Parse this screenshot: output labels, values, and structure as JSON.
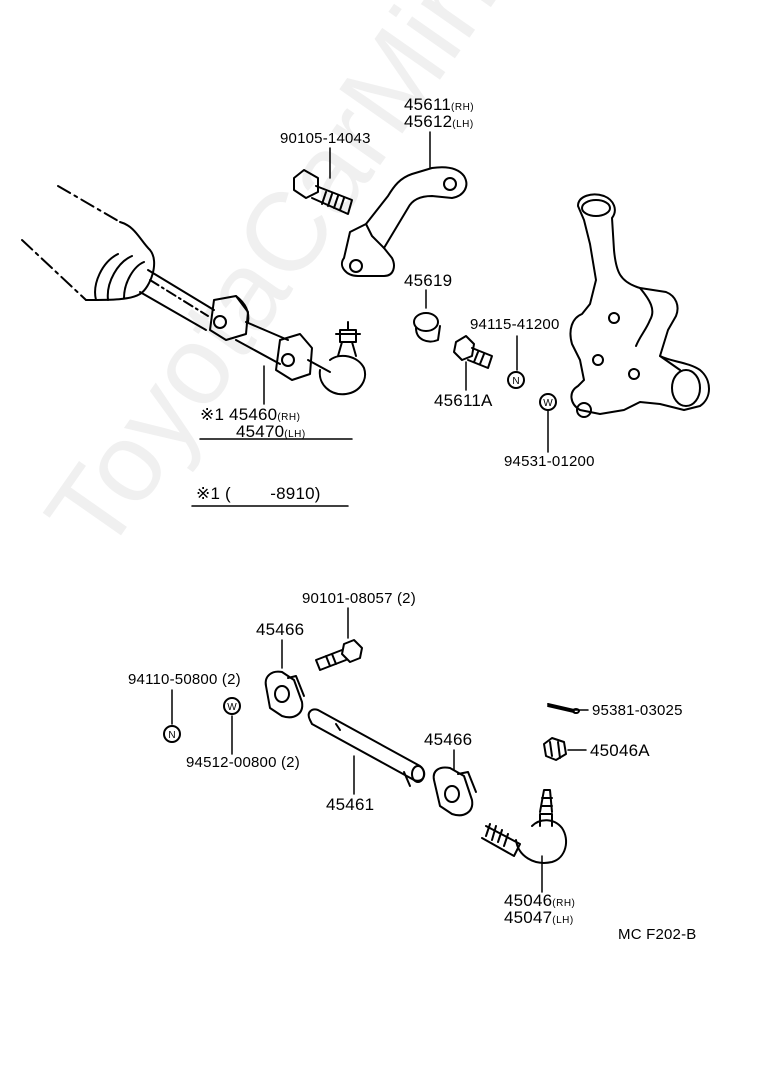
{
  "watermark": "ToyotaCarMine.ru",
  "drawing_code": "MC F202-B",
  "parts": {
    "idler_arm": {
      "line1": "45611",
      "sfx1": "(RH)",
      "line2": "45612",
      "sfx2": "(LH)"
    },
    "bolt_top": "90105-14043",
    "bushing": "45619",
    "bolt_idler": "94115-41200",
    "idler_bolt_a": "45611A",
    "washer_top": "94531-01200",
    "tie_rod_assy": {
      "mark": "※1",
      "line1": "45460",
      "sfx1": "(RH)",
      "line2": "45470",
      "sfx2": "(LH)"
    },
    "note": {
      "mark": "※1",
      "text": "(        -8910)"
    },
    "bolt_clamp": "90101-08057 (2)",
    "clamp_left": "45466",
    "nut_clamp": "94110-50800 (2)",
    "washer_clamp": "94512-00800 (2)",
    "adjust_tube": "45461",
    "clamp_right": "45466",
    "cotter_pin": "95381-03025",
    "castle_nut": "45046A",
    "tie_rod_end": {
      "line1": "45046",
      "sfx1": "(RH)",
      "line2": "45047",
      "sfx2": "(LH)"
    }
  },
  "symbols": {
    "nut": "N",
    "washer": "W"
  }
}
